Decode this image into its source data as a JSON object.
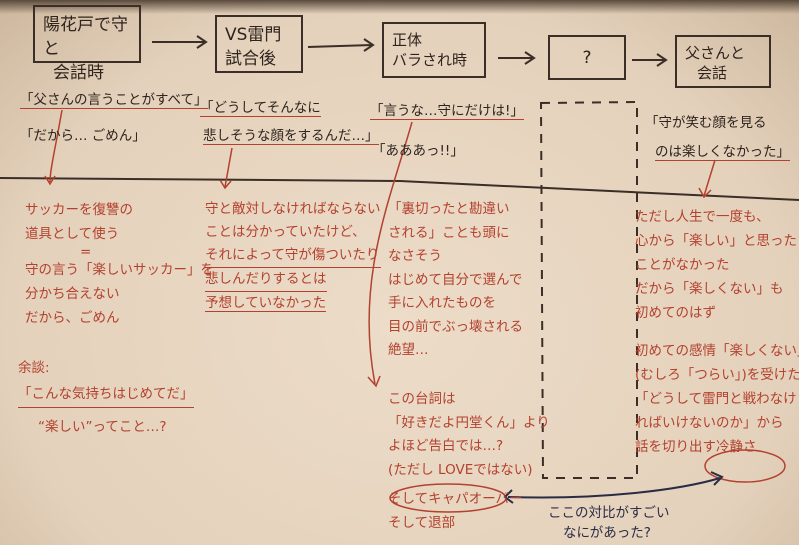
{
  "flow": [
    {
      "lines": [
        "陽花戸で守と",
        "会話時"
      ]
    },
    {
      "lines": [
        "VS雷門",
        "試合後"
      ]
    },
    {
      "lines": [
        "正体",
        "バラされ時"
      ]
    },
    {
      "lines": [
        "?"
      ]
    },
    {
      "lines": [
        "父さんと",
        "会話"
      ]
    }
  ],
  "quotes": {
    "c1": [
      "「父さんの言うことがすべて」",
      "「だから… ごめん」"
    ],
    "c2": [
      "「どうしてそんなに",
      "悲しそうな顔をするんだ…」"
    ],
    "c3": [
      "「言うな…守にだけは!」",
      "「あああっ!!」"
    ],
    "c5": [
      "「守が笑む顔を見る",
      "のは楽しくなかった」"
    ]
  },
  "notes": {
    "c1": [
      "サッカーを復讐の",
      "道具として使う",
      "=",
      "守の言う「楽しいサッカー」を",
      "分かち合えない",
      "だから、ごめん"
    ],
    "c1_aside": [
      "余談:",
      "「こんな気持ちはじめてだ」",
      "“楽しい”ってこと…?"
    ],
    "c2": [
      "守と敵対しなければならない",
      "ことは分かっていたけど、",
      "それによって守が傷ついたり",
      "悲しんだりするとは",
      "予想していなかった"
    ],
    "c3": [
      "「裏切ったと勘違い",
      "される」ことも頭に",
      "なさそう",
      "はじめて自分で選んで",
      "手に入れたものを",
      "目の前でぶっ壊される",
      "絶望…"
    ],
    "c3_lower": [
      "この台詞は",
      "「好きだよ円堂くん」より",
      "よほど告白では…?",
      "(ただし LOVEではない)",
      "そしてキャパオーバー",
      "そして退部"
    ],
    "c5": [
      "ただし人生で一度も、",
      "心から「楽しい」と思った",
      "ことがなかった",
      "だから「楽しくない」も",
      "初めてのはず",
      "初めての感情「楽しくない」",
      "(むしろ「つらい」)を受けため",
      "「どうして雷門と戦わなけ",
      "ればいけないのか」から",
      "話を切り出す冷静さ"
    ]
  },
  "contrast": [
    "ここの対比がすごい",
    "なにがあった?"
  ]
}
